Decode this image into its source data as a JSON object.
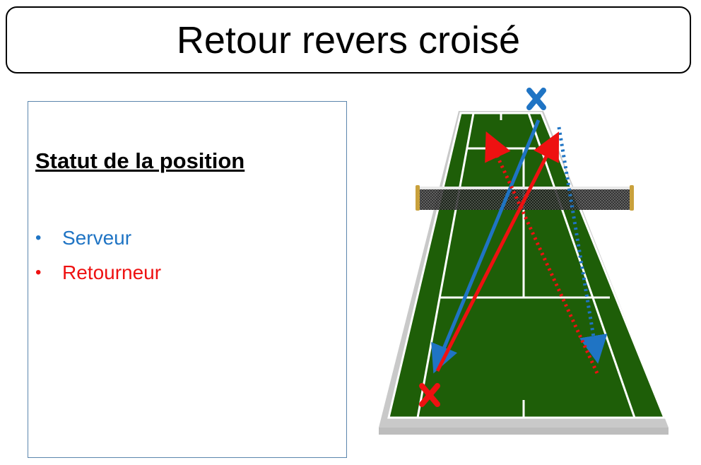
{
  "title": "Retour revers croisé",
  "panel": {
    "heading": "Statut de la position",
    "legend": [
      {
        "label": "Serveur",
        "color": "#1f74c4"
      },
      {
        "label": "Retourneur",
        "color": "#ee1111"
      }
    ]
  },
  "colors": {
    "court_green": "#1e5e08",
    "court_lines": "#ffffff",
    "court_surround": "#c9c9c9",
    "server": "#1f74c4",
    "returner": "#ee1111"
  }
}
